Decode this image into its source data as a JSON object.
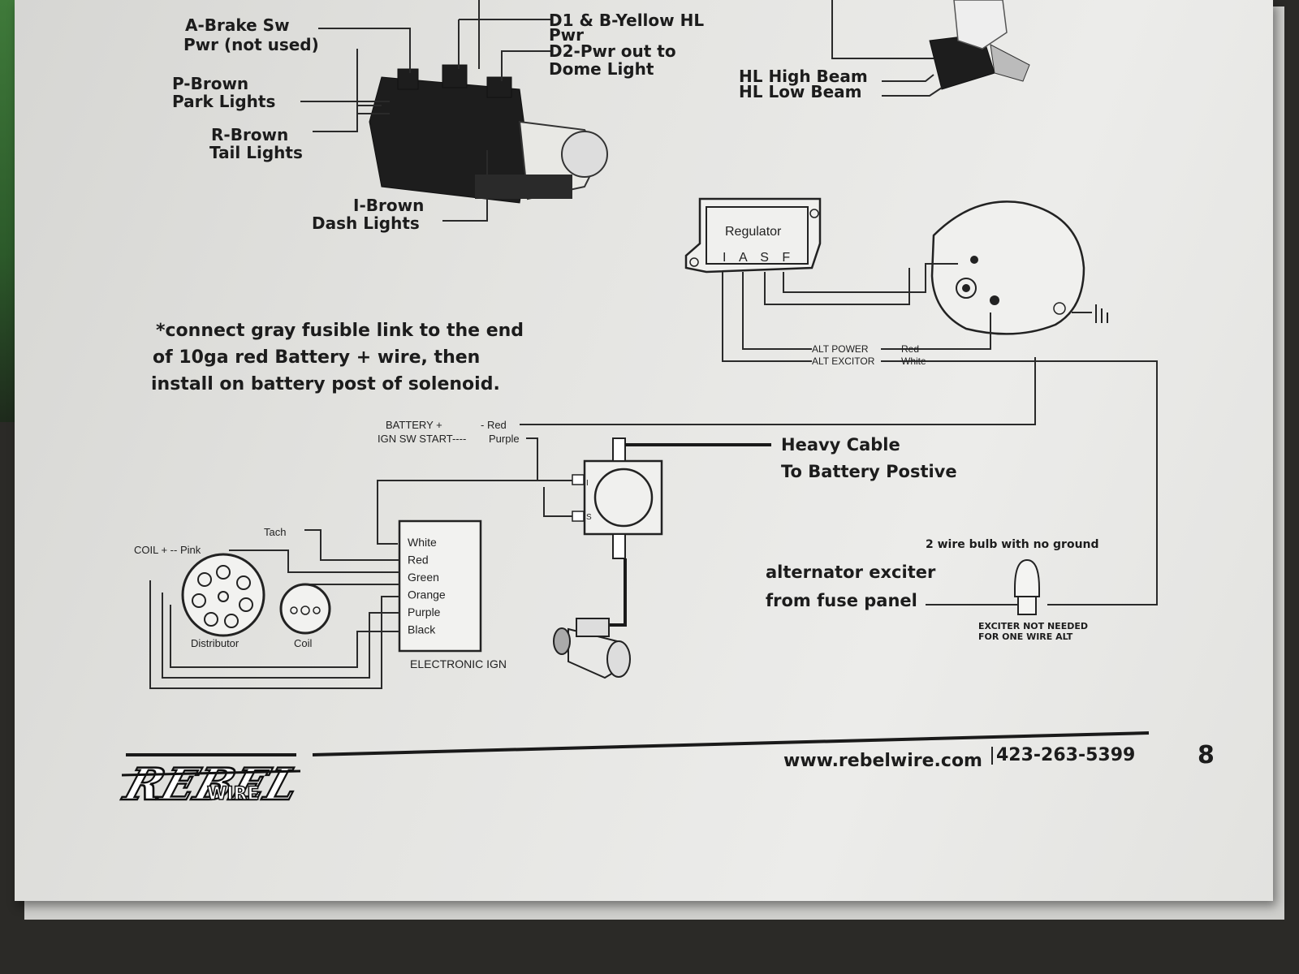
{
  "headlight_switch": {
    "a_label_1": "A-Brake Sw",
    "a_label_2": "Pwr (not used)",
    "p_label_1": "P-Brown",
    "p_label_2": "Park Lights",
    "r_label_1": "R-Brown",
    "r_label_2": "Tail Lights",
    "i_label_1": "I-Brown",
    "i_label_2": "Dash Lights",
    "d1_label_1": "D1 & B-Yellow HL",
    "d1_label_2": "Pwr",
    "d2_label_1": "D2-Pwr out to",
    "d2_label_2": "Dome Light"
  },
  "dimmer_switch": {
    "high_beam": "HL High Beam",
    "low_beam": "HL Low Beam"
  },
  "note": {
    "line1": "*connect gray fusible link to the end",
    "line2": "of 10ga red Battery + wire, then",
    "line3": "install on battery post of solenoid."
  },
  "regulator": {
    "title": "Regulator",
    "terminals": "I A S F"
  },
  "alternator": {
    "alt_power": "ALT POWER",
    "alt_power_color": "Red",
    "alt_exciter": "ALT EXCITOR",
    "alt_exciter_color": "White"
  },
  "solenoid": {
    "battery_plus": "BATTERY +",
    "battery_color": "- Red",
    "ign_start": "IGN SW START----",
    "ign_color": "Purple",
    "terminal_i": "I",
    "terminal_s": "S",
    "heavy_cable_1": "Heavy Cable",
    "heavy_cable_2": "To Battery Postive"
  },
  "ignition": {
    "coil_plus": "COIL + -- Pink",
    "tach": "Tach",
    "distributor": "Distributor",
    "coil": "Coil",
    "module_label": "ELECTRONIC IGN",
    "wires": [
      "White",
      "Red",
      "Green",
      "Orange",
      "Purple",
      "Black"
    ]
  },
  "exciter": {
    "bulb_note": "2 wire bulb with no ground",
    "exciter_1": "alternator exciter",
    "exciter_2": "from fuse panel",
    "not_needed_1": "EXCITER NOT NEEDED",
    "not_needed_2": "FOR ONE WIRE ALT"
  },
  "footer": {
    "brand": "REBEL",
    "brand_sub": "WIRE",
    "website": "www.rebelwire.com",
    "phone": "423-263-5399",
    "page_number": "8"
  }
}
